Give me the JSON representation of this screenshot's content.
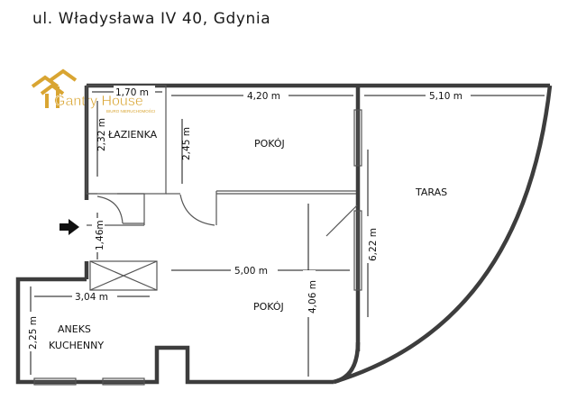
{
  "header": {
    "address": "ul. Władysława IV 40, Gdynia"
  },
  "logo": {
    "brand": "Gantry House",
    "tagline": "BIURO NIERUCHOMOŚCI",
    "icon": "house-roof-logo",
    "color": "#d9a532"
  },
  "rooms": {
    "bathroom": "ŁAZIENKA",
    "room_top": "POKÓJ",
    "room_bottom": "POKÓJ",
    "terrace": "TARAS",
    "kitchen_line1": "ANEKS",
    "kitchen_line2": "KUCHENNY"
  },
  "dimensions": {
    "bath_width": "1,70 m",
    "bath_height": "2,32 m",
    "room_top_width": "4,20 m",
    "room_top_height": "2,45 m",
    "terrace_width": "5,10 m",
    "terrace_depth": "6,22 m",
    "hall_width": "1,46m",
    "room_bottom_width": "5,00 m",
    "room_bottom_height": "4,06 m",
    "kitchen_width": "3,04 m",
    "kitchen_height": "2,25 m"
  },
  "entrance_icon": "arrow-right-icon"
}
